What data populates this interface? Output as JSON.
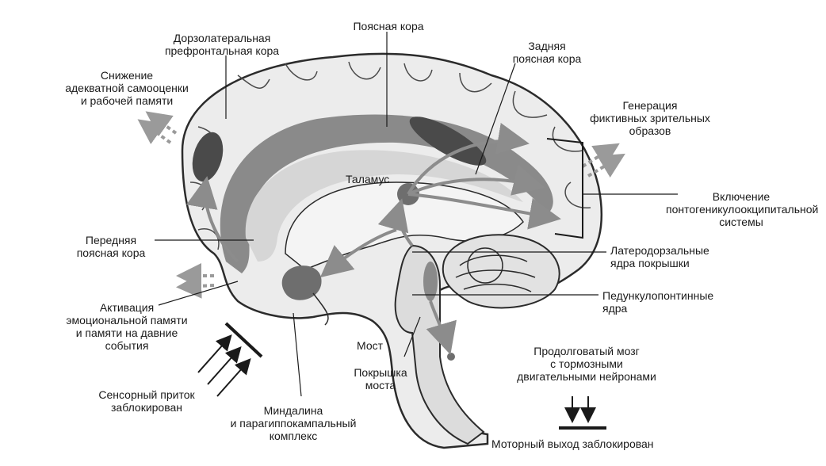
{
  "labels": {
    "dlpfc": "Дорзолатеральная\nпрефронтальная кора",
    "cingulate": "Поясная кора",
    "posterior_cingulate": "Задняя\nпоясная кора",
    "reduced_self": "Снижение\nадекватной самооценки\nи рабочей памяти",
    "visual_gen": "Генерация\nфиктивных зрительных\nобразов",
    "thalamus": "Таламус",
    "pgo": "Включение\nпонтогеникулоокципитальной\nсистемы",
    "anterior_cingulate": "Передняя\nпоясная кора",
    "laterodorsal": "Латеродорзальные\nядра покрышки",
    "pedunculopontine": "Педункулопонтинные\nядра",
    "emotional_memory": "Активация\nэмоциональной памяти\nи памяти на давние\nсобытия",
    "pons": "Мост",
    "tegmentum": "Покрышка\nмоста",
    "medulla": "Продолговатый мозг\nс тормозными\nдвигательными нейронами",
    "sensory_block": "Сенсорный приток\nзаблокирован",
    "amygdala": "Миндалина\nи парагиппокампальный\nкомплекс",
    "motor_block": "Моторный выход заблокирован"
  },
  "colors": {
    "outline": "#2b2b2b",
    "cortex_fill": "#ececec",
    "band_light": "#d6d6d6",
    "band_dark": "#8a8a8a",
    "dark_region": "#4a4a4a",
    "arrow_gray": "#8c8c8c"
  }
}
